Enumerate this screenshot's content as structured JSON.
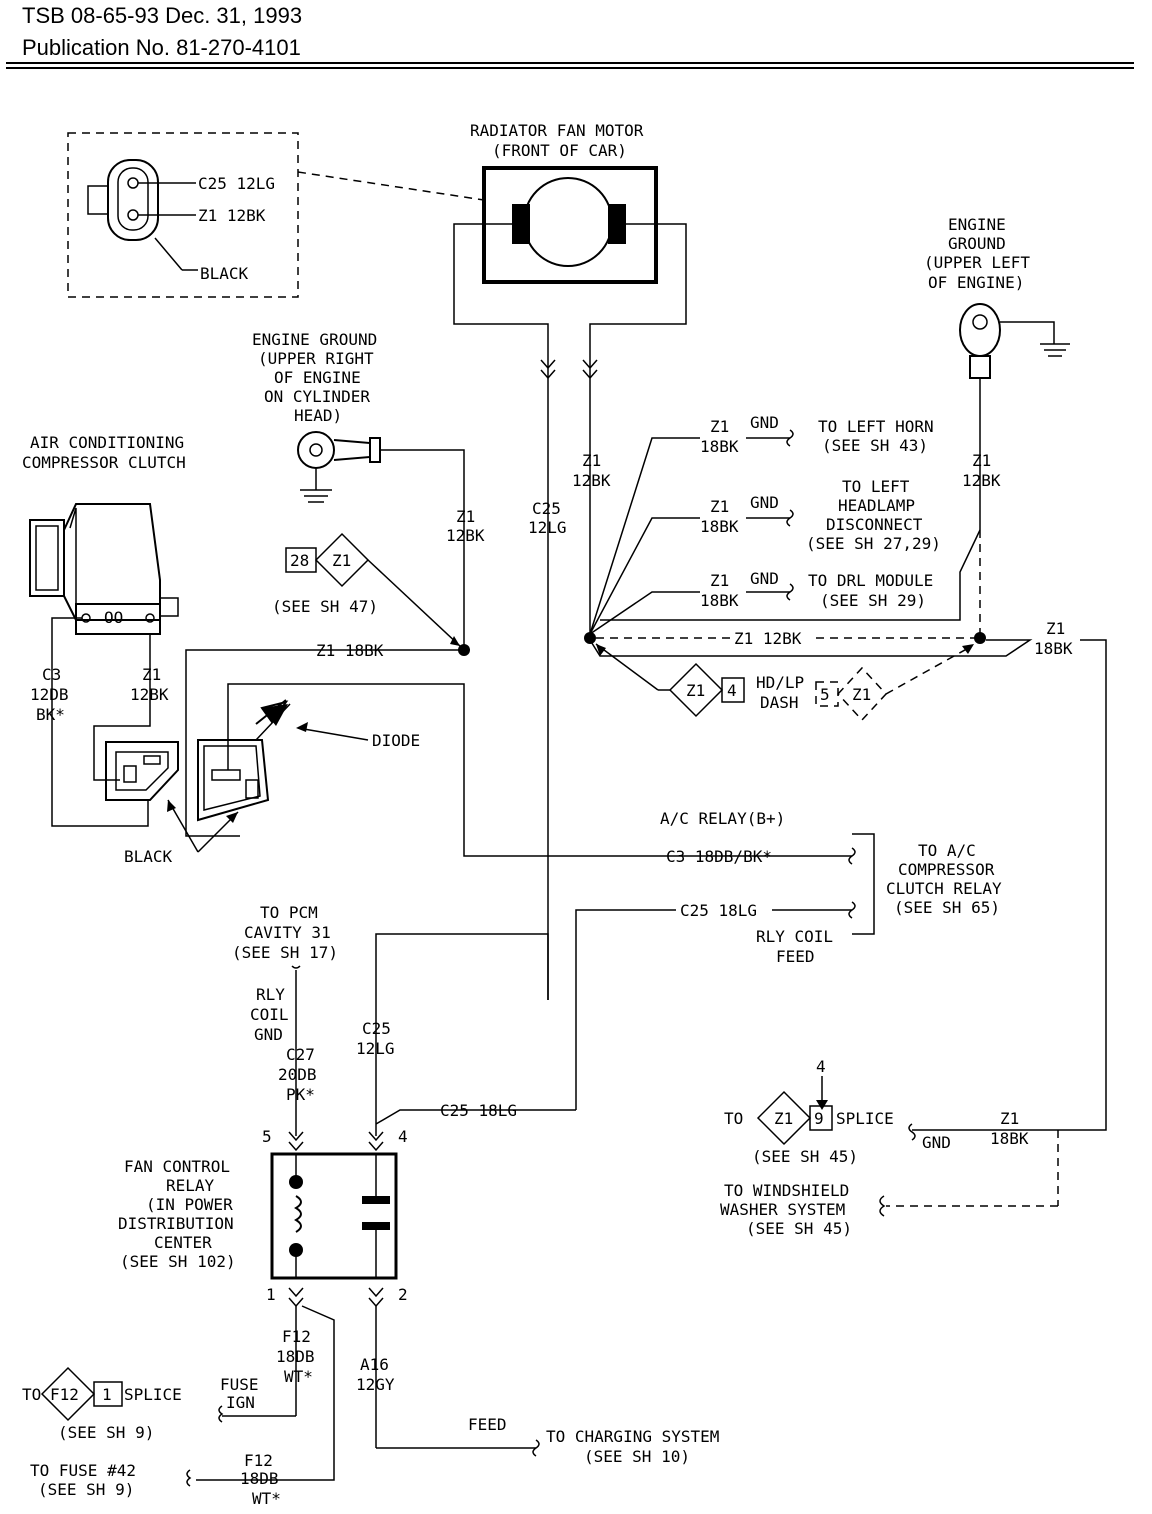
{
  "header": {
    "line1": "TSB 08-65-93 Dec. 31, 1993",
    "line2": "Publication No. 81-270-4101"
  },
  "connector_inset": {
    "c25": "C25 12LG",
    "z1": "Z1 12BK",
    "color": "BLACK"
  },
  "fan_motor": {
    "title1": "RADIATOR FAN MOTOR",
    "title2": "(FRONT OF CAR)"
  },
  "engine_ground_left": {
    "l1": "ENGINE",
    "l2": "GROUND",
    "l3": "(UPPER LEFT",
    "l4": "OF ENGINE)"
  },
  "engine_ground_right": {
    "l1": "ENGINE GROUND",
    "l2": "(UPPER RIGHT",
    "l3": "OF ENGINE",
    "l4": "ON CYLINDER",
    "l5": "HEAD)"
  },
  "ac_clutch": {
    "l1": "AIR CONDITIONING",
    "l2": "COMPRESSOR CLUTCH"
  },
  "wires": {
    "z1": "Z1",
    "w12bk": "12BK",
    "w18bk": "18BK",
    "c25": "C25",
    "w12lg": "12LG",
    "c3": "C3",
    "w12db": "12DB",
    "bk_star": "BK*",
    "z1_18bk": "Z1 18BK",
    "z1_12bk": "Z1 12BK",
    "gnd": "GND",
    "c3_18": "C3 18DB/BK*",
    "c25_18lg": "C25 18LG",
    "c27": "C27",
    "w20db": "20DB",
    "pk_star": "PK*",
    "f12": "F12",
    "w18db": "18DB",
    "wt_star": "WT*",
    "a16": "A16",
    "w12gy": "12GY"
  },
  "connectors": {
    "conn_28": "28",
    "z1": "Z1",
    "num4": "4",
    "num5": "5",
    "num9": "9",
    "num1": "1",
    "num2": "2",
    "f12": "F12",
    "to": "TO",
    "splice": "SPLICE"
  },
  "labels": {
    "see_sh47": "(SEE SH 47)",
    "black": "BLACK",
    "diode": "DIODE",
    "hdlp1": "HD/LP",
    "hdlp2": "DASH",
    "left_horn1": "TO LEFT HORN",
    "left_horn2": "(SEE SH 43)",
    "headlamp1": "TO LEFT",
    "headlamp2": "HEADLAMP",
    "headlamp3": "DISCONNECT",
    "headlamp4": "(SEE SH 27,29)",
    "drl1": "TO DRL MODULE",
    "drl2": "(SEE SH 29)",
    "ac_relay": "A/C RELAY(B+)",
    "to_ac1": "TO A/C",
    "to_ac2": "COMPRESSOR",
    "to_ac3": "CLUTCH RELAY",
    "to_ac4": "(SEE SH 65)",
    "rly_feed1": "RLY COIL",
    "rly_feed2": "FEED",
    "pcm1": "TO PCM",
    "pcm2": "CAVITY 31",
    "pcm3": "(SEE SH 17)",
    "rly_gnd1": "RLY",
    "rly_gnd2": "COIL",
    "rly_gnd3": "GND",
    "fan_relay1": "FAN CONTROL",
    "fan_relay2": "RELAY",
    "fan_relay3": "(IN POWER",
    "fan_relay4": "DISTRIBUTION",
    "fan_relay5": "CENTER",
    "fan_relay6": "(SEE SH 102)",
    "see_sh45": "(SEE SH 45)",
    "washer1": "TO WINDSHIELD",
    "washer2": "WASHER SYSTEM",
    "washer3": "(SEE SH 45)",
    "fuse_ign1": "FUSE",
    "fuse_ign2": "IGN",
    "see_sh9": "(SEE SH 9)",
    "fuse42_1": "TO FUSE #42",
    "fuse42_2": "(SEE SH 9)",
    "feed": "FEED",
    "charging1": "TO CHARGING SYSTEM",
    "charging2": "(SEE SH 10)"
  }
}
